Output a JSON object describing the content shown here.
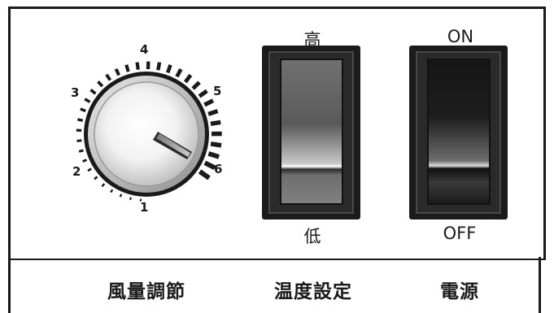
{
  "fan": {
    "label": "風量調節",
    "marks": [
      "1",
      "2",
      "3",
      "4",
      "5",
      "6"
    ],
    "level": 5.4
  },
  "temperature": {
    "label": "温度設定",
    "high_label": "高",
    "low_label": "低",
    "state": "low"
  },
  "power": {
    "label": "電源",
    "on_label": "ON",
    "off_label": "OFF",
    "state": "off"
  }
}
